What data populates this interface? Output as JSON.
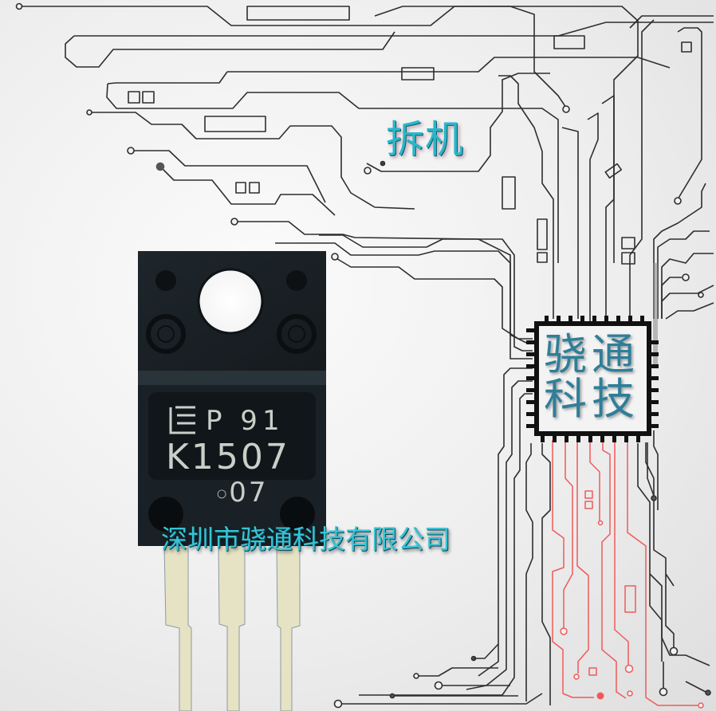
{
  "image": {
    "title_text": "拆机",
    "chip_label": {
      "line1": [
        "骁",
        "通"
      ],
      "line2": [
        "科",
        "技"
      ]
    },
    "company_name": "深圳市骁通科技有限公司",
    "component": {
      "type": "TO-220F transistor",
      "marking_line1": "P 91",
      "marking_line2": "K1507",
      "marking_line3": "07",
      "logo": "manufacturer-logo"
    },
    "colors": {
      "background": "#eeeeee",
      "trace_dark": "#333333",
      "trace_red": "#f05a5a",
      "text_cyan": "#2bb6c9",
      "chip_text": "#2f7e98",
      "transistor_body": "#1b2126",
      "lead_color": "#e6e3c4"
    }
  }
}
